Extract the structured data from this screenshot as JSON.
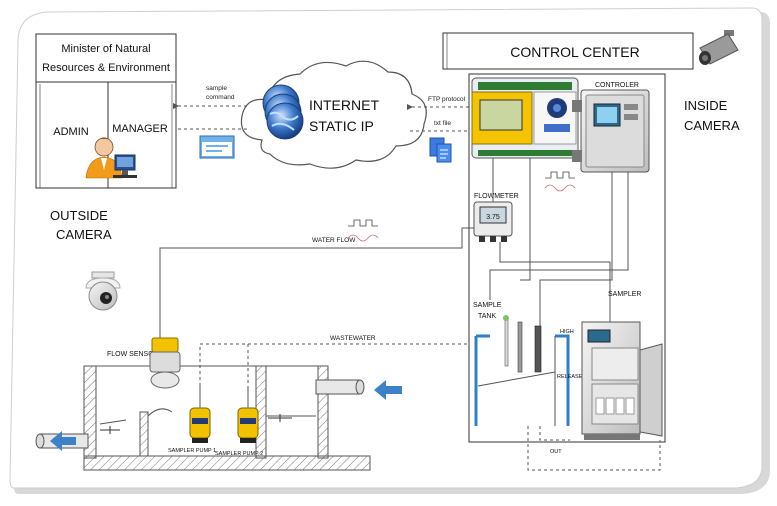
{
  "ministry": {
    "title_line1": "Minister of Natural",
    "title_line2": "Resources & Environment",
    "admin": "ADMIN",
    "manager": "MANAGER"
  },
  "outside_camera": {
    "line1": "OUTSIDE",
    "line2": "CAMERA"
  },
  "internet": {
    "line1": "INTERNET",
    "line2": "STATIC IP"
  },
  "links": {
    "sample_command_line1": "sample",
    "sample_command_line2": "command",
    "ftp_protocol": "FTP protocol",
    "txt_file": "txt file"
  },
  "control_center": {
    "title": "CONTROL CENTER"
  },
  "controler": {
    "label": "CONTROLER"
  },
  "inside_camera": {
    "line1": "INSIDE",
    "line2": "CAMERA"
  },
  "flowmeter": {
    "label": "FLOWMETER",
    "reading": "3.75"
  },
  "water_flow": "WATER FLOW",
  "wastewater": "WASTEWATER",
  "flow_sensor": "FLOW SENSOR",
  "sample_tank": {
    "line1": "SAMPLE",
    "line2": "TANK"
  },
  "sampler": "SAMPLER",
  "valves": {
    "high": "HIGH",
    "release": "RELEASE",
    "out": "OUT"
  },
  "pumps": {
    "pump1": "SAMPLER PUMP 1",
    "pump2": "SAMPLER PUMP 2"
  },
  "colors": {
    "pipe": "#555555",
    "tank_blue": "#2f7fc9",
    "arrow_blue": "#3d82c8",
    "pump_yellow": "#f2c200",
    "globe_blue": "#2a5ba8",
    "frame_shadow": "#bdbdbd"
  }
}
